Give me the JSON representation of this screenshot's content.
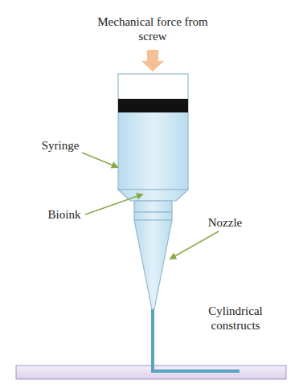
{
  "diagram": {
    "labels": [
      "Mechanical force from screw",
      "Syringe",
      "Bioink",
      "Nozzle",
      "Cylindrical constructs"
    ]
  }
}
